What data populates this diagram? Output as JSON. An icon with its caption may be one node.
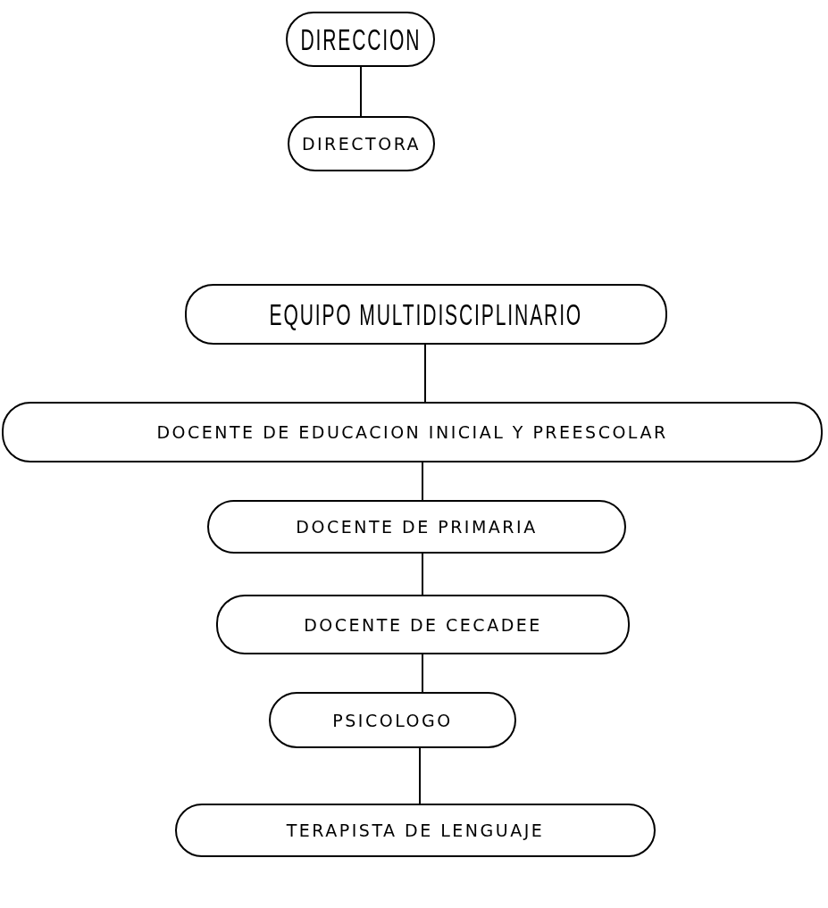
{
  "diagram": {
    "nodes": [
      {
        "text": [
          "DIRECCION"
        ]
      },
      {
        "text": [
          "DIRECTORA"
        ]
      },
      {
        "text": [
          "EQUIPO MULTIDISCIPLINARIO"
        ]
      },
      {
        "text": [
          "DOCENTE DE EDUCACION INICIAL Y PREESCOLAR"
        ]
      },
      {
        "text": [
          "DOCENTE DE PRIMARIA"
        ]
      },
      {
        "text": [
          "DOCENTE DE CECADEE"
        ]
      },
      {
        "text": [
          "PSICOLOGO"
        ]
      },
      {
        "text": [
          "TERAPISTA DE LENGUAJE"
        ]
      }
    ],
    "edges": [
      {
        "from": 0,
        "to": 1,
        "arrow": "none"
      },
      {
        "from": 2,
        "to": 3,
        "arrow": "none"
      },
      {
        "from": 3,
        "to": 4,
        "arrow": "none"
      },
      {
        "from": 4,
        "to": 5,
        "arrow": "none"
      },
      {
        "from": 5,
        "to": 6,
        "arrow": "none"
      },
      {
        "from": 6,
        "to": 7,
        "arrow": "none"
      }
    ]
  }
}
